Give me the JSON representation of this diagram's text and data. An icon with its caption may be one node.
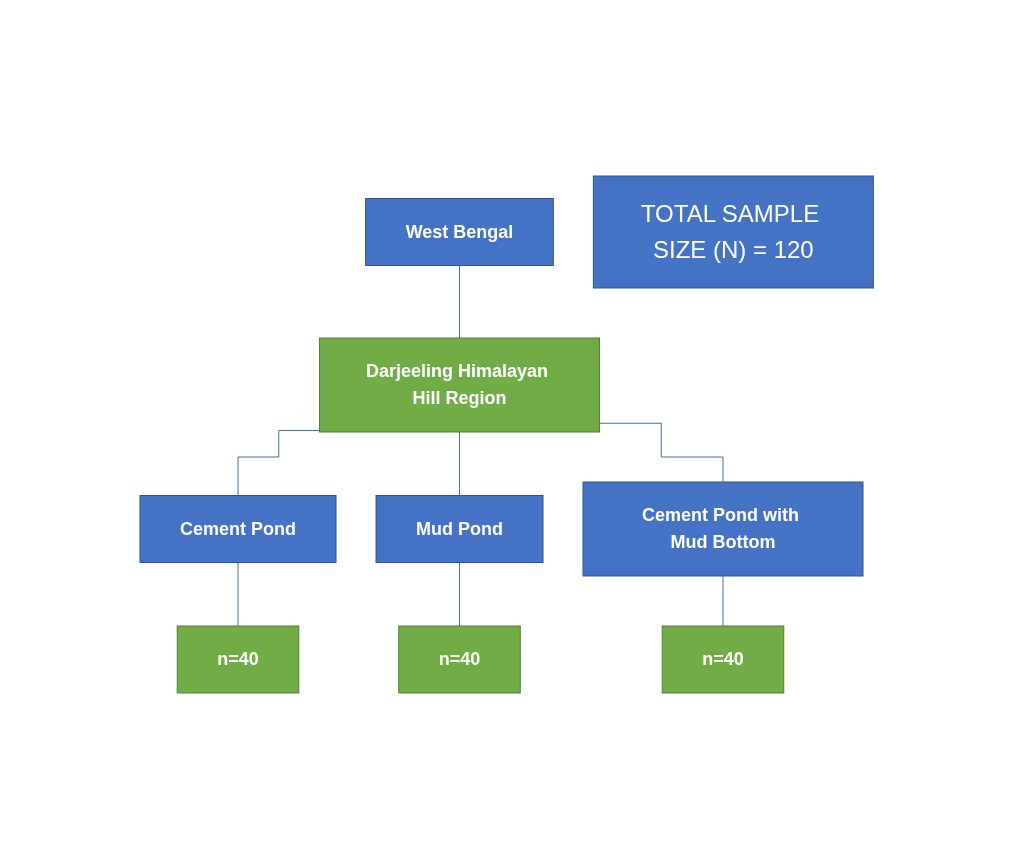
{
  "diagram": {
    "nodes": [
      {
        "text": [
          "West Bengal"
        ]
      },
      {
        "text": [
          "Darjeeling Himalayan Hill Region"
        ]
      },
      {
        "text": [
          "Cement Pond"
        ]
      },
      {
        "text": [
          "Mud Pond"
        ]
      },
      {
        "text": [
          "Cement Pond with Mud Bottom"
        ]
      },
      {
        "text": [
          "n=40"
        ]
      },
      {
        "text": [
          "n=40"
        ]
      },
      {
        "text": [
          "n=40"
        ]
      },
      {
        "text": [
          "TOTAL SAMPLE SIZE (N) = 120"
        ]
      }
    ],
    "edges": [
      {
        "from": 0,
        "to": 1,
        "arrow": "none"
      },
      {
        "from": 1,
        "to": 2,
        "arrow": "none"
      },
      {
        "from": 1,
        "to": 3,
        "arrow": "none"
      },
      {
        "from": 1,
        "to": 4,
        "arrow": "none"
      },
      {
        "from": 2,
        "to": 5,
        "arrow": "none"
      },
      {
        "from": 3,
        "to": 6,
        "arrow": "none"
      },
      {
        "from": 4,
        "to": 7,
        "arrow": "none"
      }
    ]
  }
}
